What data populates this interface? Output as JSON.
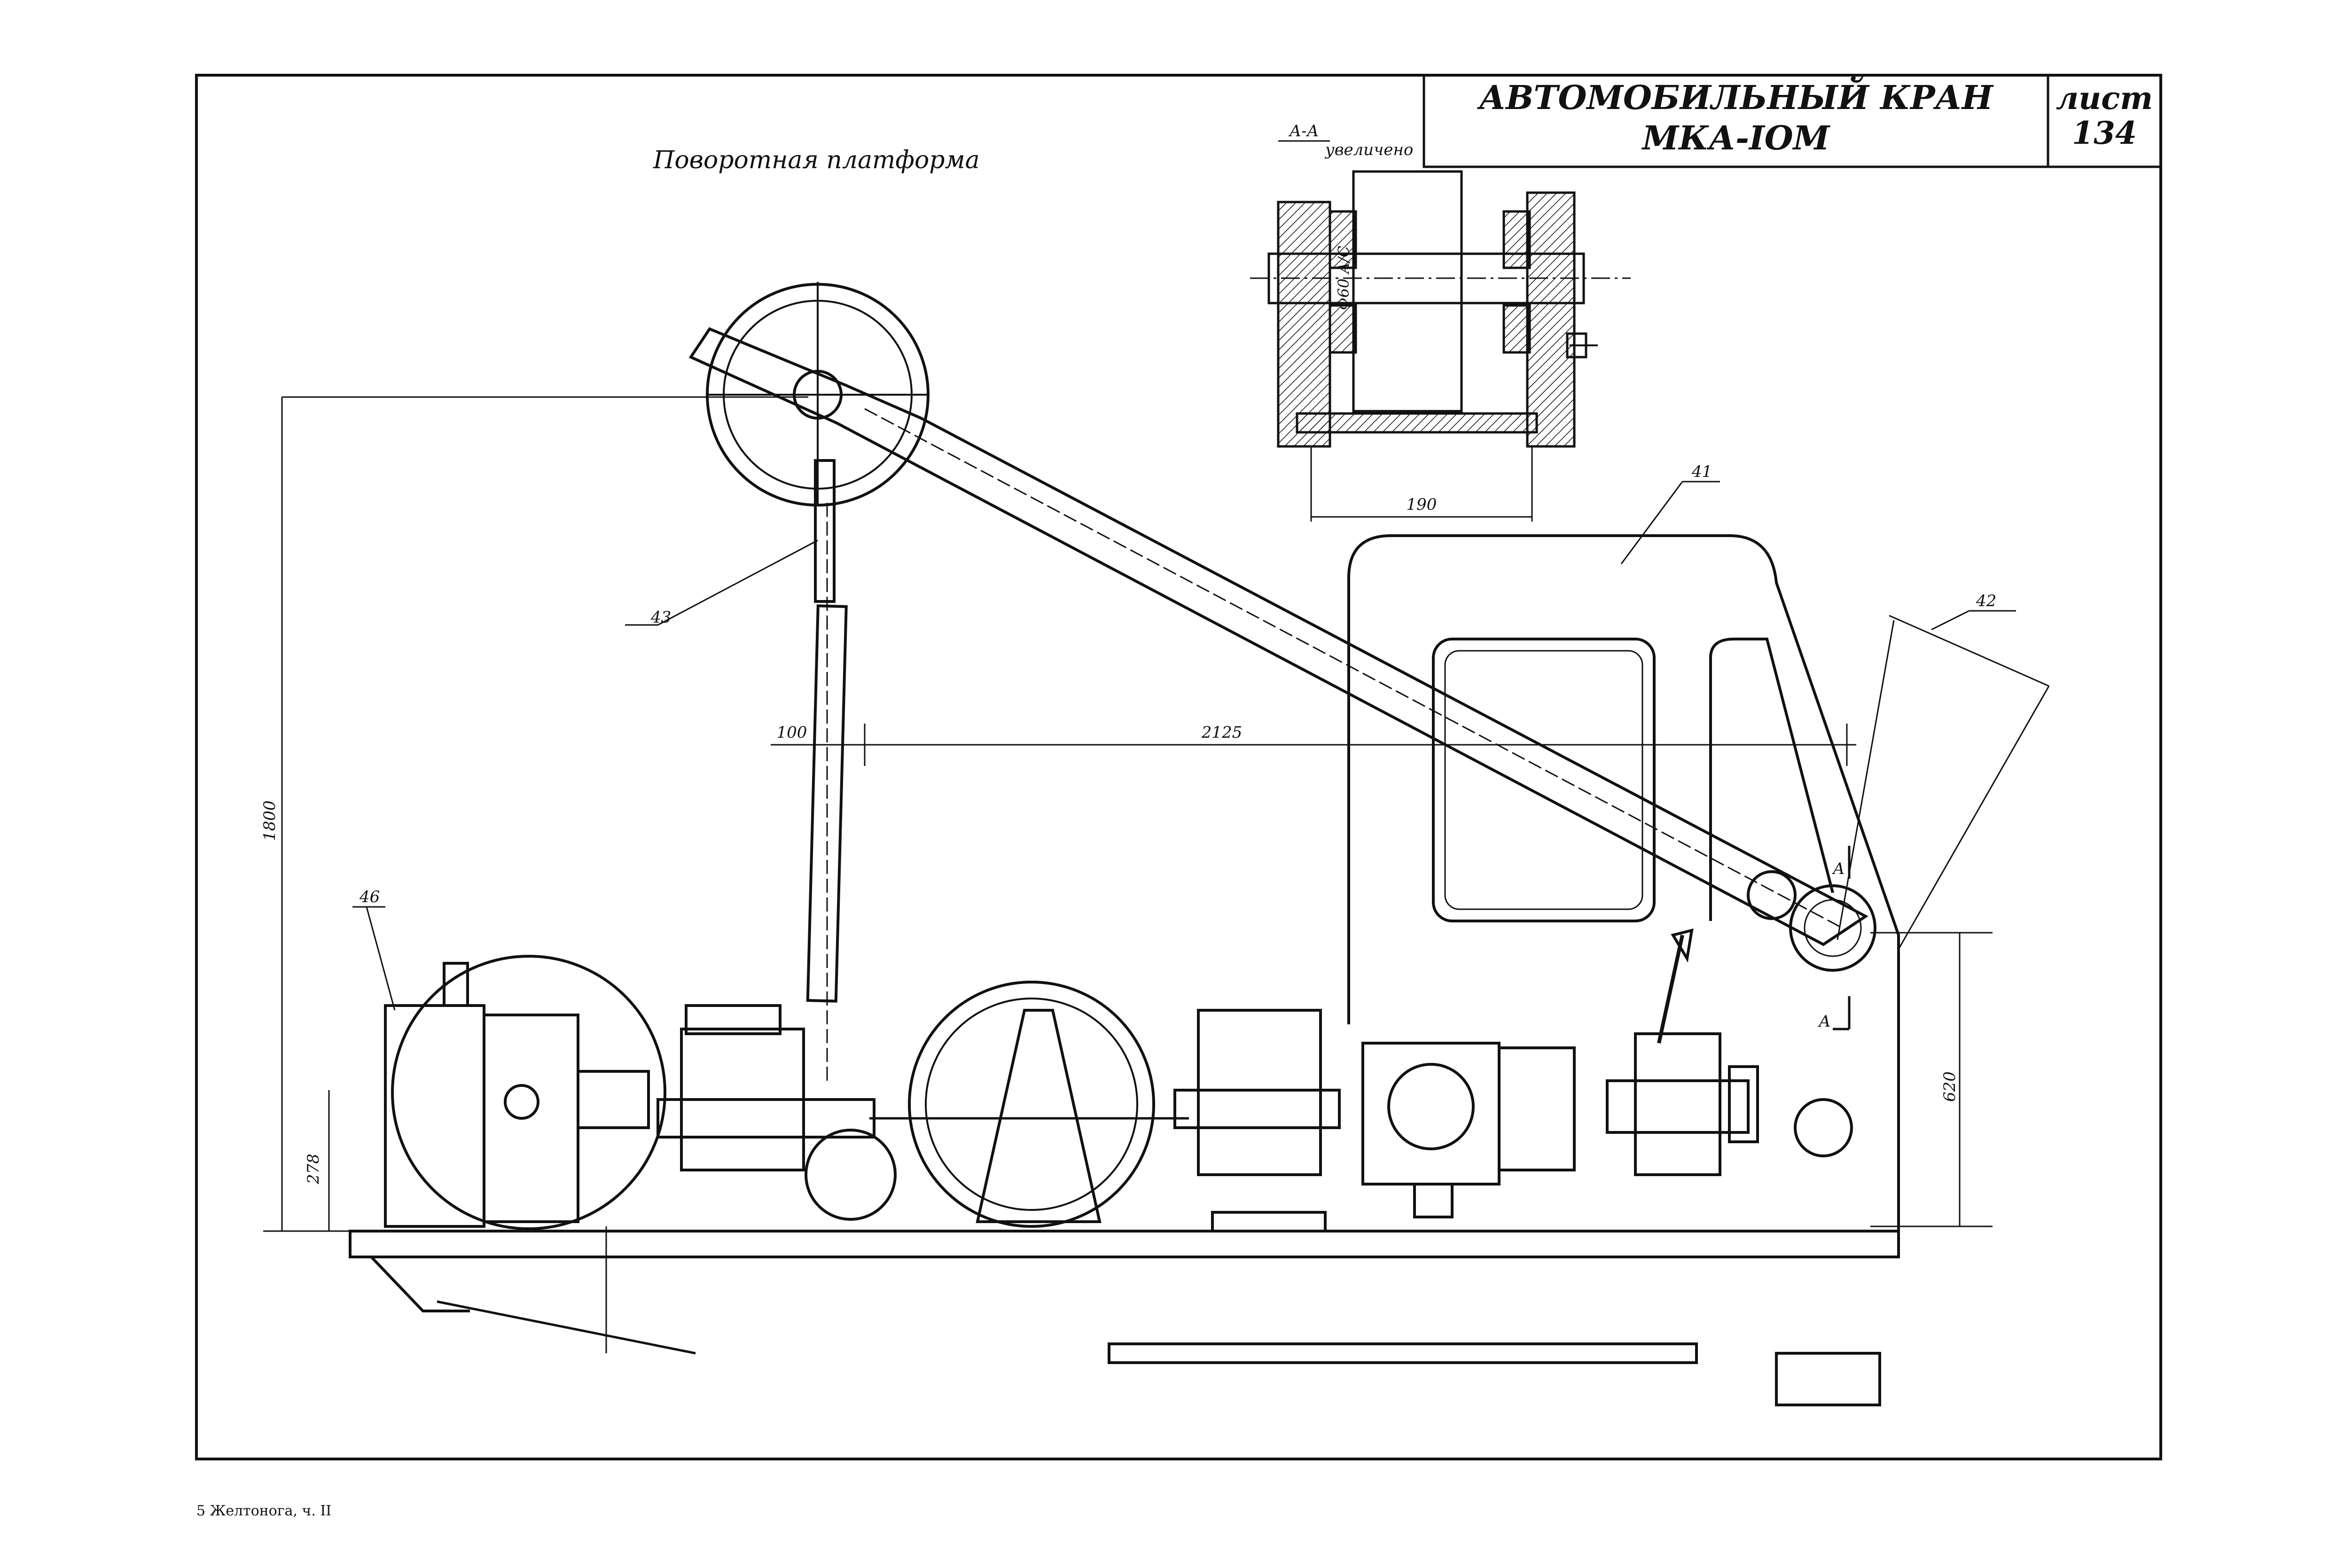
{
  "title_block": {
    "title_line1": "АВТОМОБИЛЬНЫЙ  КРАН",
    "title_line2": "МКА-IOM",
    "sheet_label": "лист",
    "sheet_number": "134"
  },
  "drawing": {
    "view_caption": "Поворотная платформа",
    "section_label": "А-А",
    "section_note": "увеличено",
    "section_dim_width": "190",
    "section_dim_shaft": "Ф60 А/С",
    "section_marks": [
      "А",
      "А"
    ]
  },
  "dimensions": {
    "height_total": "1800",
    "height_low": "278",
    "height_right": "620",
    "horiz_offset": "100",
    "horiz_span": "2125"
  },
  "callouts": {
    "c41": "41",
    "c42": "42",
    "c43": "43",
    "c46": "46"
  },
  "footer": {
    "note": "5 Желтонога, ч. II"
  }
}
